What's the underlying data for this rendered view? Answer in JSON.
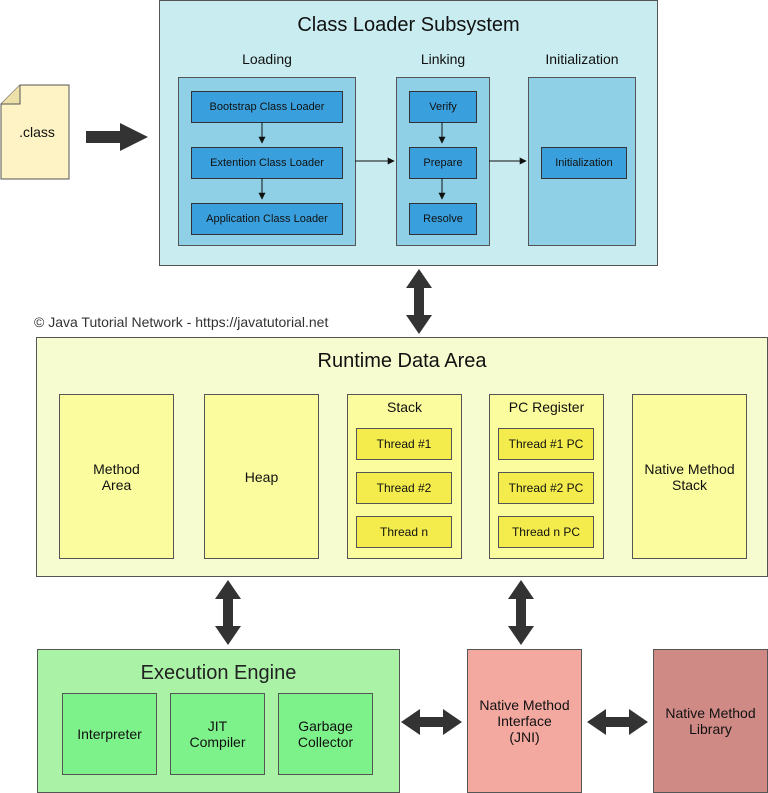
{
  "class_file": {
    "label": ".class"
  },
  "class_loader": {
    "title": "Class Loader Subsystem",
    "loading": {
      "title": "Loading",
      "items": [
        "Bootstrap Class Loader",
        "Extention Class Loader",
        "Application Class Loader"
      ]
    },
    "linking": {
      "title": "Linking",
      "items": [
        "Verify",
        "Prepare",
        "Resolve"
      ]
    },
    "initialization": {
      "title": "Initialization",
      "items": [
        "Initialization"
      ]
    }
  },
  "copyright": "© Java Tutorial Network - https://javatutorial.net",
  "runtime": {
    "title": "Runtime Data Area",
    "method_area": "Method\nArea",
    "heap": "Heap",
    "stack": {
      "title": "Stack",
      "items": [
        "Thread #1",
        "Thread #2",
        "Thread n"
      ]
    },
    "pc_register": {
      "title": "PC Register",
      "items": [
        "Thread #1 PC",
        "Thread #2 PC",
        "Thread n PC"
      ]
    },
    "native_method_stack": "Native Method\nStack"
  },
  "execution_engine": {
    "title": "Execution Engine",
    "items": [
      "Interpreter",
      "JIT\nCompiler",
      "Garbage\nCollector"
    ]
  },
  "jni": "Native Method\nInterface\n(JNI)",
  "native_library": "Native Method\nLibrary",
  "colors": {
    "class_loader_bg": "#c8ecef",
    "loader_button": "#3aa0dd",
    "runtime_bg": "#f6fccf",
    "runtime_box": "#fbfc9d",
    "thread_box": "#f3ec4c",
    "engine_bg": "#a9f2a6",
    "engine_box": "#7ef28a",
    "jni_bg": "#f3a8a0",
    "library_bg": "#d08a86",
    "arrow": "#333333"
  }
}
